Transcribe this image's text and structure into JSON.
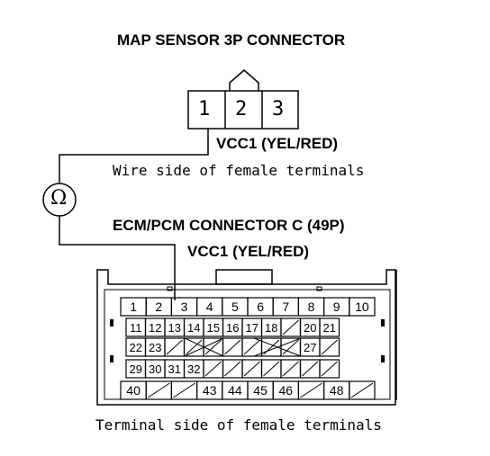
{
  "diagram": {
    "map_sensor": {
      "title": "MAP SENSOR 3P CONNECTOR",
      "pins": [
        "1",
        "2",
        "3"
      ],
      "wire_label": "VCC1 (YEL/RED)",
      "view_note": "Wire side of female terminals"
    },
    "meter": {
      "symbol": "Ω"
    },
    "ecm": {
      "title": "ECM/PCM CONNECTOR C (49P)",
      "wire_label": "VCC1 (YEL/RED)",
      "view_note": "Terminal side of female terminals",
      "pin_rows": [
        [
          "1",
          "2",
          "3",
          "4",
          "5",
          "6",
          "7",
          "8",
          "9",
          "10"
        ],
        [
          "11",
          "12",
          "13",
          "14",
          "15",
          "16",
          "17",
          "18",
          "",
          "20",
          "21"
        ],
        [
          "22",
          "23",
          "",
          "",
          "",
          "",
          "",
          "",
          "",
          "27",
          ""
        ],
        [
          "29",
          "30",
          "31",
          "32",
          "",
          "",
          "",
          "",
          "",
          "",
          ""
        ],
        [
          "40",
          "",
          "",
          "43",
          "44",
          "45",
          "46",
          "",
          "48",
          ""
        ]
      ]
    }
  }
}
